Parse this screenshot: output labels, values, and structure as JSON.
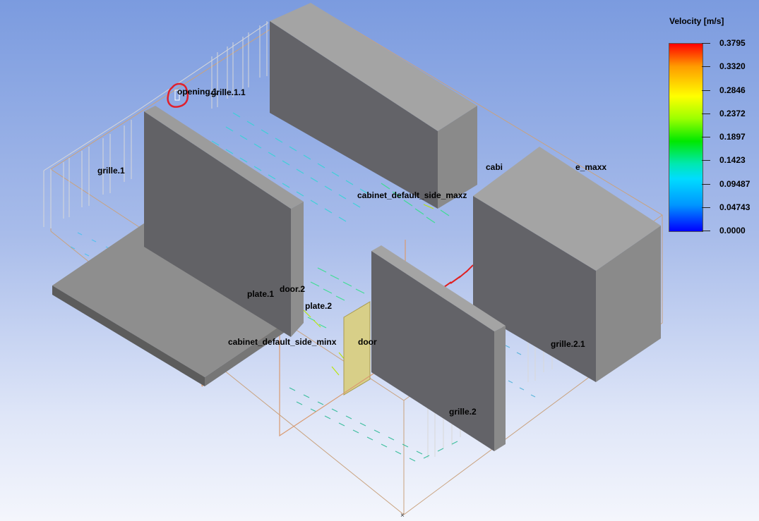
{
  "legend": {
    "title": "Velocity [m/s]",
    "values": [
      "0.3795",
      "0.3320",
      "0.2846",
      "0.2372",
      "0.1897",
      "0.1423",
      "0.09487",
      "0.04743",
      "0.0000"
    ],
    "colors": [
      "#ff0000",
      "#ff9a00",
      "#ffff00",
      "#9bff00",
      "#00e800",
      "#00e8b0",
      "#00dcff",
      "#0096ff",
      "#0000ff"
    ]
  },
  "labels": {
    "opening": "opening.1",
    "grille_1_1": "grille.1.1",
    "grille_1": "grille.1",
    "cab_maxx_a": "cabi",
    "cab_maxx_b": "e_maxx",
    "cab_maxz": "cabinet_default_side_maxz",
    "plate_1": "plate.1",
    "door_2": "door.2",
    "plate_2": "plate.2",
    "cab_minx": "cabinet_default_side_minx",
    "door": "door",
    "grille_2_1": "grille.2.1",
    "grille_2": "grille.2"
  }
}
